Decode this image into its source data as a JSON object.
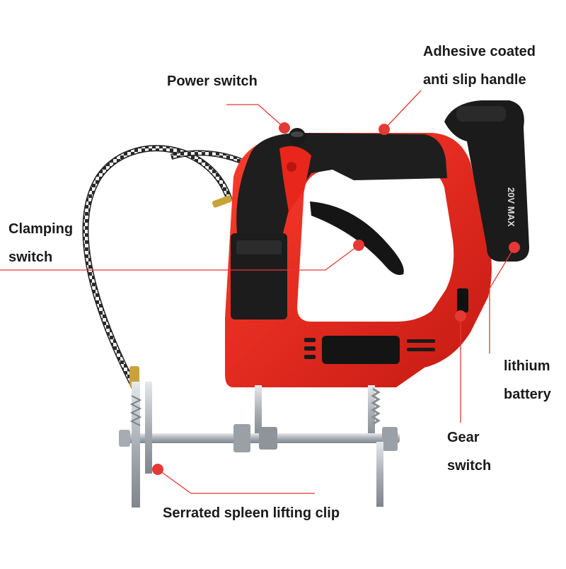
{
  "labels": {
    "power_switch": "Power switch",
    "handle_line1": "Adhesive coated",
    "handle_line2": "anti slip handle",
    "clamping_line1": "Clamping",
    "clamping_line2": "switch",
    "battery_line1": "lithium",
    "battery_line2": "battery",
    "gear_line1": "Gear",
    "gear_line2": "switch",
    "clip": "Serrated spleen lifting clip"
  },
  "battery_marking": "20V MAX",
  "colors": {
    "body_red": "#e8261c",
    "grip_black": "#1e1e1e",
    "leader_red": "#e53935",
    "metal": "#b9bec4",
    "label_text": "#1a1a1a"
  }
}
